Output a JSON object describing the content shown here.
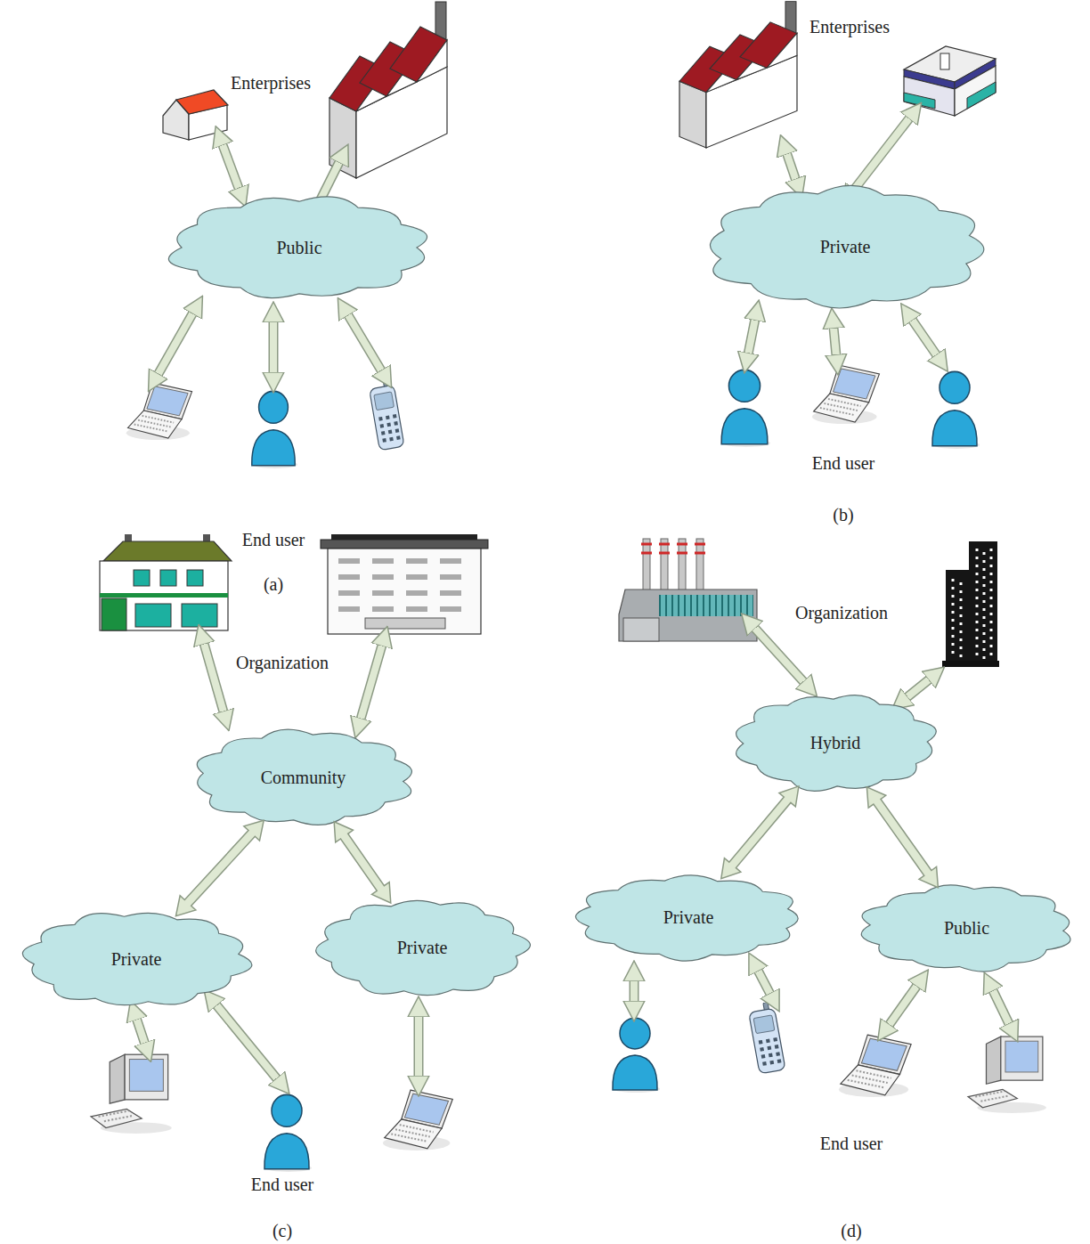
{
  "diagram": {
    "nodes": [
      {
        "text": [
          "Public"
        ]
      },
      {
        "text": [
          "Private"
        ]
      },
      {
        "text": [
          "Community"
        ]
      },
      {
        "text": [
          "Private"
        ]
      },
      {
        "text": [
          "Private"
        ]
      },
      {
        "text": [
          "Hybrid"
        ]
      },
      {
        "text": [
          "Private"
        ]
      },
      {
        "text": [
          "Public"
        ]
      }
    ],
    "edges": [
      {
        "from": 2,
        "to": 3,
        "arrow": "both"
      },
      {
        "from": 2,
        "to": 4,
        "arrow": "both"
      },
      {
        "from": 5,
        "to": 6,
        "arrow": "both"
      },
      {
        "from": 5,
        "to": 7,
        "arrow": "both"
      }
    ],
    "labels": [
      "Enterprises",
      "End user",
      "(a)",
      "Enterprises",
      "End user",
      "(b)",
      "Organization",
      "End user",
      "(c)",
      "Organization",
      "End user",
      "(d)"
    ]
  }
}
